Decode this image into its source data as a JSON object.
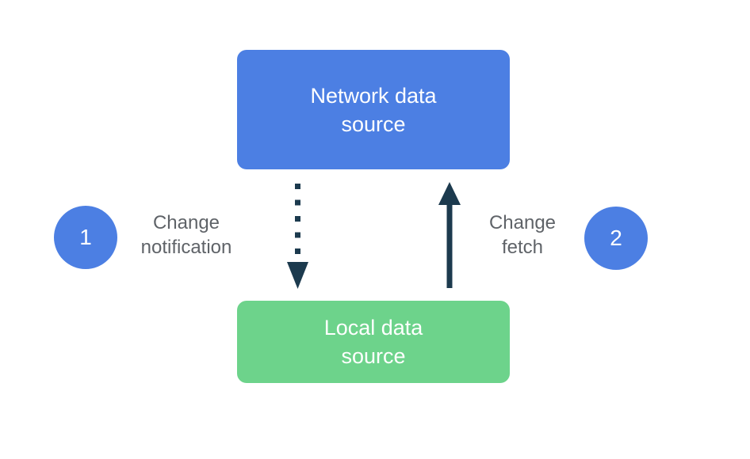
{
  "diagram": {
    "nodes": {
      "network": {
        "label": "Network data\nsource"
      },
      "local": {
        "label": "Local data\nsource"
      }
    },
    "steps": [
      {
        "number": "1",
        "label": "Change\nnotification"
      },
      {
        "number": "2",
        "label": "Change\nfetch"
      }
    ],
    "arrows": [
      {
        "name": "change-notification-arrow",
        "style": "dotted",
        "direction": "down",
        "from": "network",
        "to": "local"
      },
      {
        "name": "change-fetch-arrow",
        "style": "solid",
        "direction": "up",
        "from": "local",
        "to": "network"
      }
    ],
    "colors": {
      "network_box": "#4C7FE3",
      "local_box": "#6DD38B",
      "step_circle": "#4C7FE3",
      "arrow": "#1C3A4E",
      "label_text": "#5F6368",
      "box_text": "#FFFFFF",
      "background": "#FFFFFF"
    }
  }
}
